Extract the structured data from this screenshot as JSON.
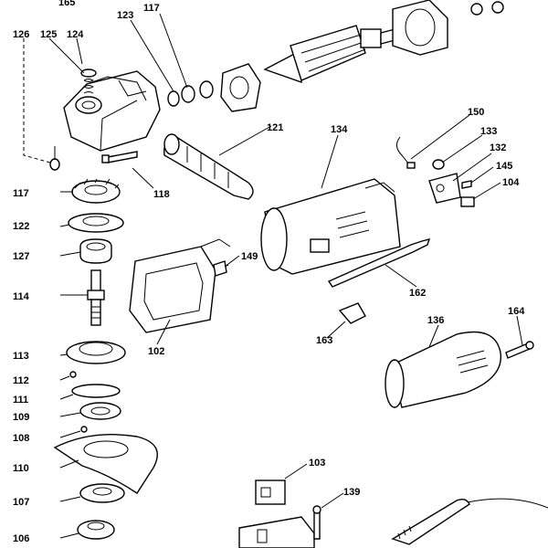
{
  "labels": {
    "165": "165",
    "126": "126",
    "125": "125",
    "124": "124",
    "123": "123",
    "117a": "117",
    "117b": "117",
    "121": "121",
    "118": "118",
    "134": "134",
    "150": "150",
    "133": "133",
    "132": "132",
    "145": "145",
    "104": "104",
    "122": "122",
    "127": "127",
    "114": "114",
    "149": "149",
    "162": "162",
    "102": "102",
    "163": "163",
    "136": "136",
    "164": "164",
    "113": "113",
    "112": "112",
    "111": "111",
    "109": "109",
    "108": "108",
    "110": "110",
    "107": "107",
    "106": "106",
    "103": "103",
    "139": "139"
  }
}
